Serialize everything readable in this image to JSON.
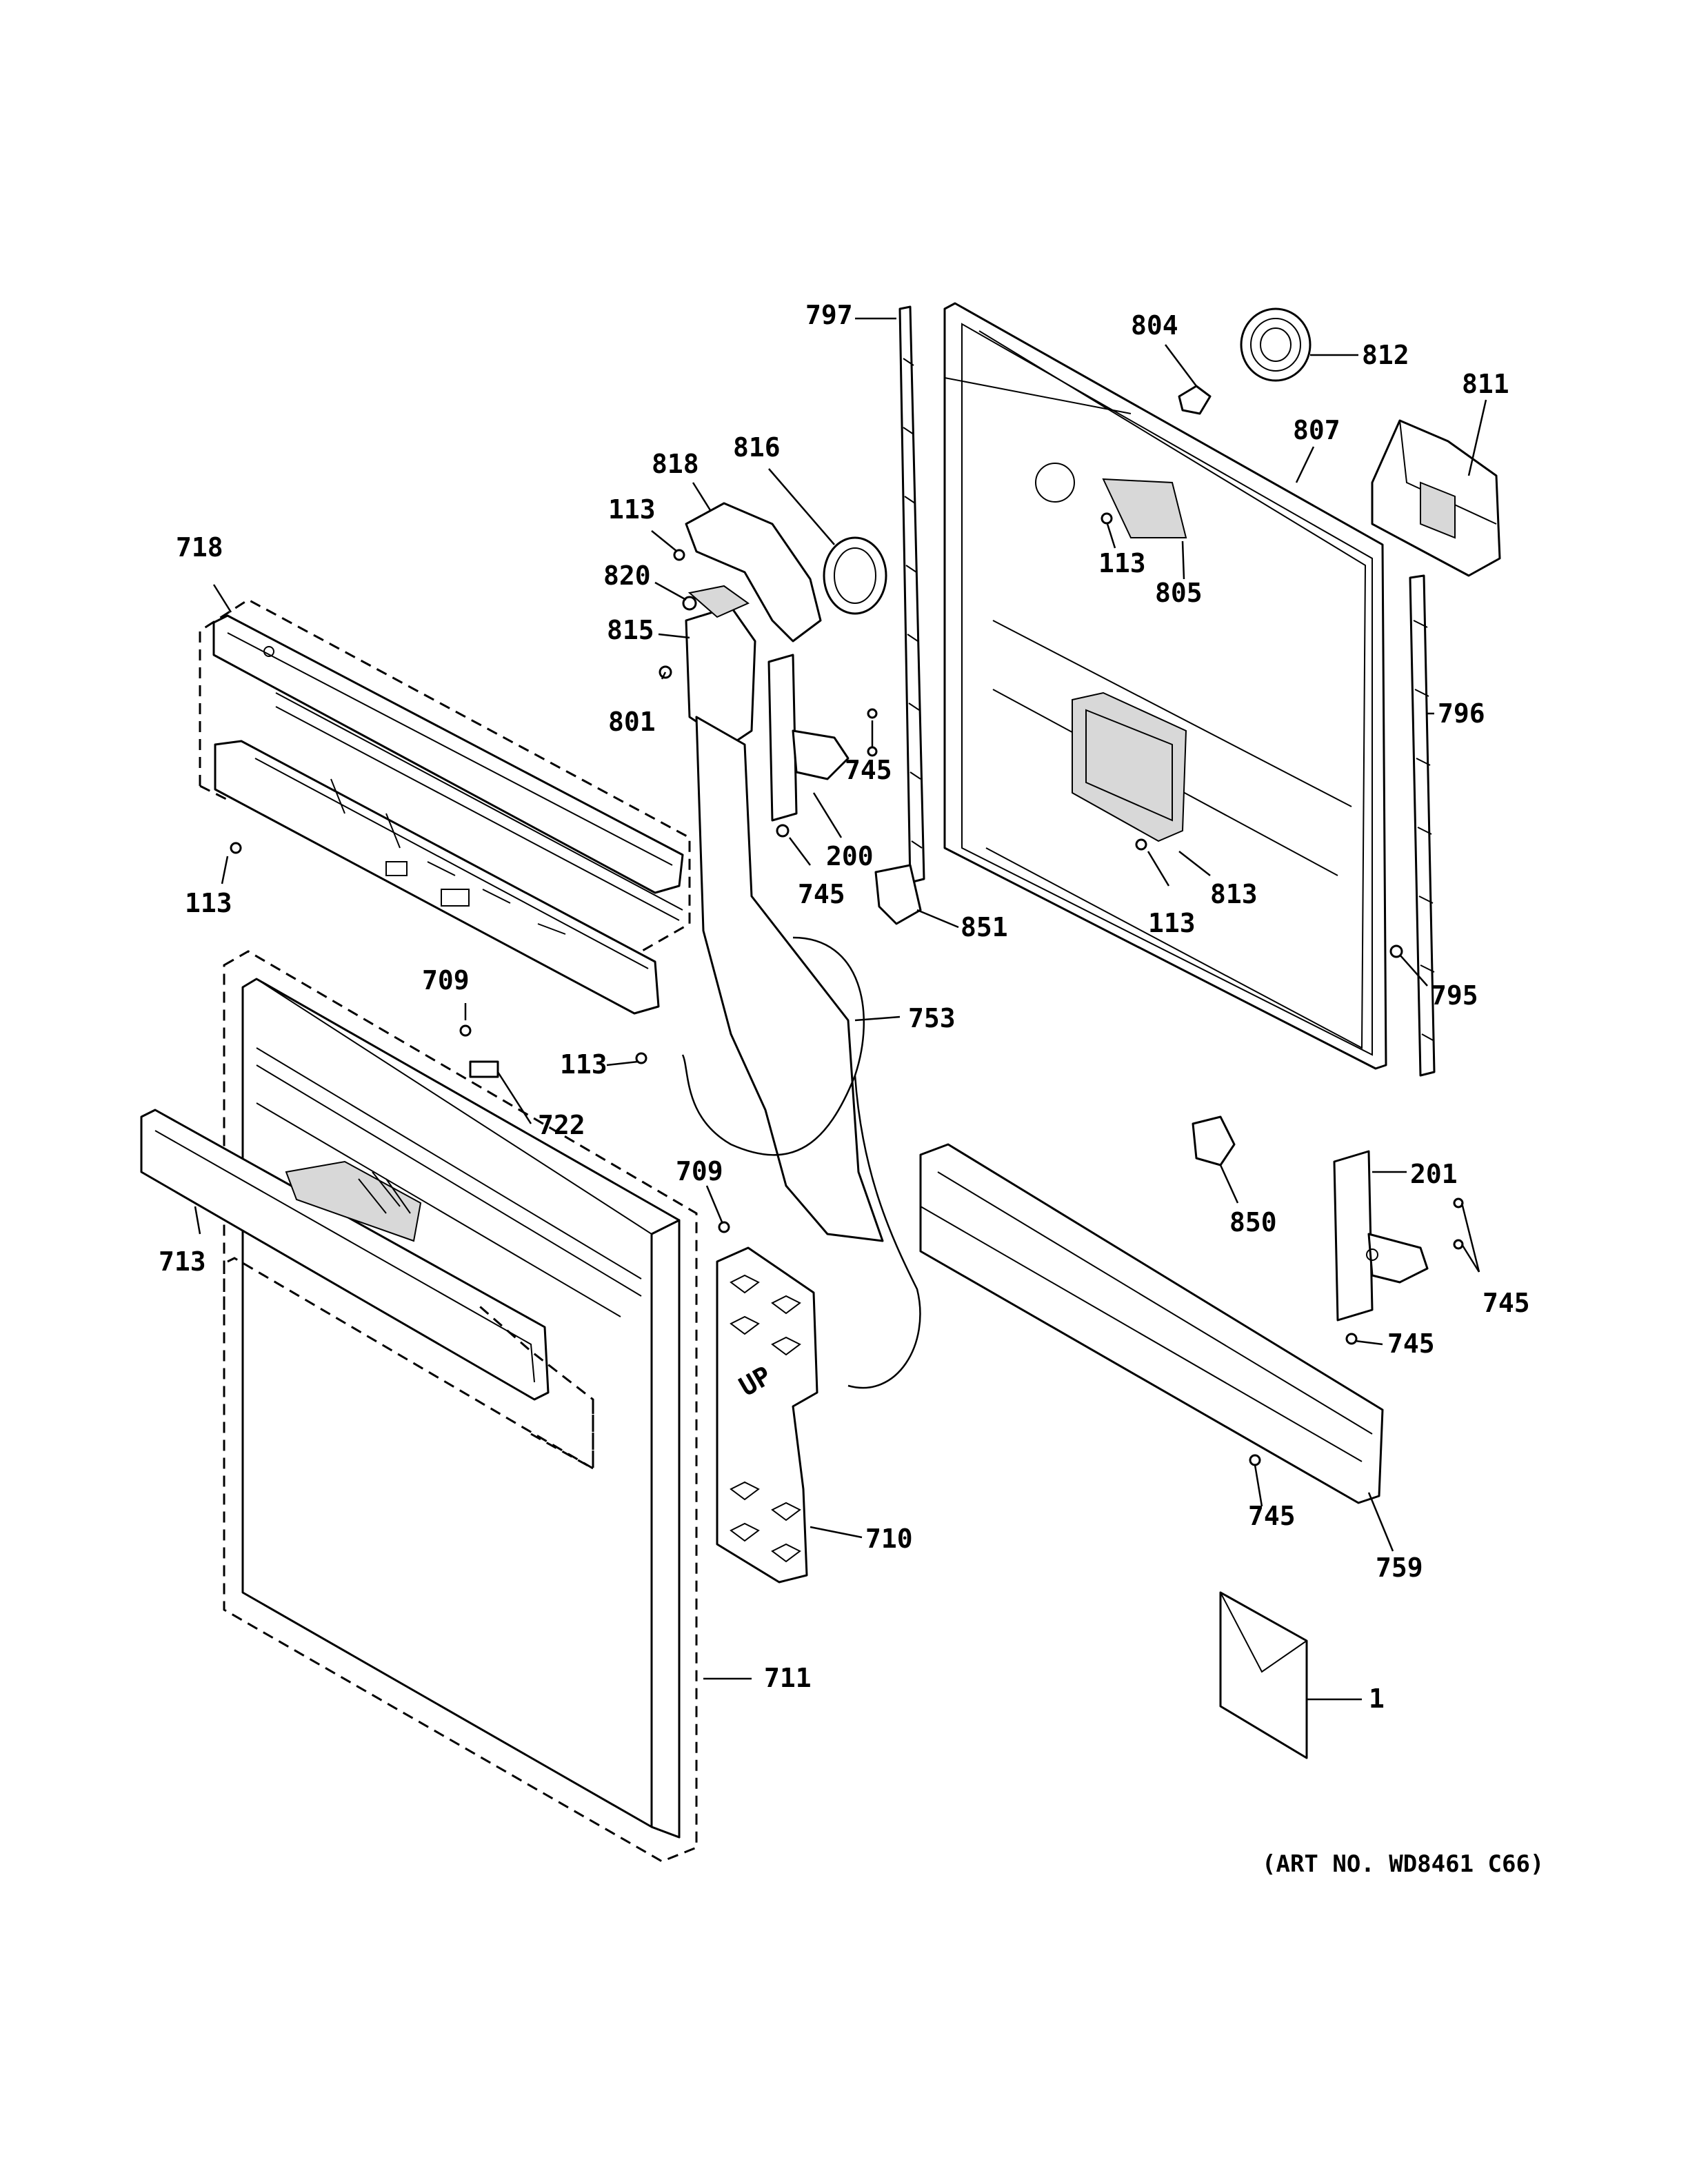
{
  "art_number": "(ART NO. WD8461 C66)",
  "callouts": [
    {
      "id": "c797",
      "text": "797"
    },
    {
      "id": "c804",
      "text": "804"
    },
    {
      "id": "c812",
      "text": "812"
    },
    {
      "id": "c811",
      "text": "811"
    },
    {
      "id": "c807",
      "text": "807"
    },
    {
      "id": "c818",
      "text": "818"
    },
    {
      "id": "c816",
      "text": "816"
    },
    {
      "id": "c113a",
      "text": "113"
    },
    {
      "id": "c820",
      "text": "820"
    },
    {
      "id": "c815",
      "text": "815"
    },
    {
      "id": "c801",
      "text": "801"
    },
    {
      "id": "c113b",
      "text": "113"
    },
    {
      "id": "c805",
      "text": "805"
    },
    {
      "id": "c796",
      "text": "796"
    },
    {
      "id": "c718",
      "text": "718"
    },
    {
      "id": "c745a",
      "text": "745"
    },
    {
      "id": "c200",
      "text": "200"
    },
    {
      "id": "c745b",
      "text": "745"
    },
    {
      "id": "c113c",
      "text": "113"
    },
    {
      "id": "c813",
      "text": "813"
    },
    {
      "id": "c113d",
      "text": "113"
    },
    {
      "id": "c851",
      "text": "851"
    },
    {
      "id": "c795",
      "text": "795"
    },
    {
      "id": "c709a",
      "text": "709"
    },
    {
      "id": "c753",
      "text": "753"
    },
    {
      "id": "c113e",
      "text": "113"
    },
    {
      "id": "c722",
      "text": "722"
    },
    {
      "id": "c709b",
      "text": "709"
    },
    {
      "id": "c201",
      "text": "201"
    },
    {
      "id": "c850",
      "text": "850"
    },
    {
      "id": "c713",
      "text": "713"
    },
    {
      "id": "c745c",
      "text": "745"
    },
    {
      "id": "c745d",
      "text": "745"
    },
    {
      "id": "c710",
      "text": "710"
    },
    {
      "id": "c745e",
      "text": "745"
    },
    {
      "id": "c759",
      "text": "759"
    },
    {
      "id": "c711",
      "text": "711"
    },
    {
      "id": "c1",
      "text": "1"
    }
  ],
  "embossed_text": "UP"
}
